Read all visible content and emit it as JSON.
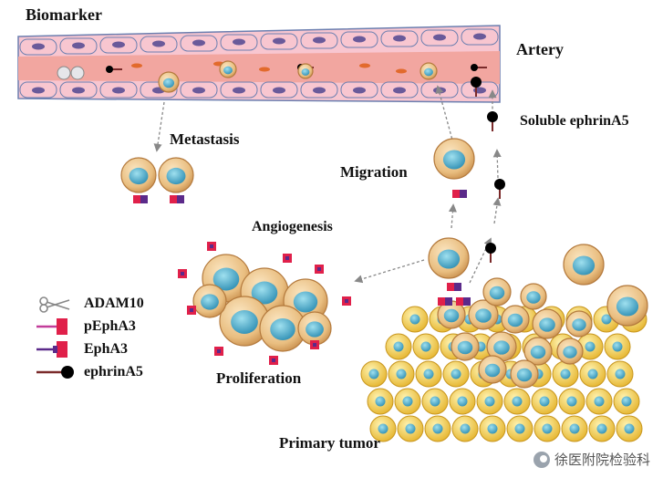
{
  "labels": {
    "biomarker": "Biomarker",
    "artery": "Artery",
    "soluble": "Soluble ephrinA5",
    "metastasis": "Metastasis",
    "migration": "Migration",
    "angiogenesis": "Angiogenesis",
    "proliferation": "Proliferation",
    "primary_tumor": "Primary tumor"
  },
  "legend": [
    {
      "icon": "scissors-icon",
      "text": "ADAM10"
    },
    {
      "icon": "pepha3-icon",
      "text": "pEphA3"
    },
    {
      "icon": "epha3-icon",
      "text": "EphA3"
    },
    {
      "icon": "ephrina5-icon",
      "text": "ephrinA5"
    }
  ],
  "watermark": "徐医附院检验科",
  "colors": {
    "artery_lumen": "#f2a6a0",
    "endothelial": "#f8c6d0",
    "tumor_cell": "#eec78c",
    "nucleus": "#4aa6c4",
    "normal_cell": "#f2c94c",
    "receptor": "#e0204a",
    "receptor_stem": "#5b2a8a"
  }
}
